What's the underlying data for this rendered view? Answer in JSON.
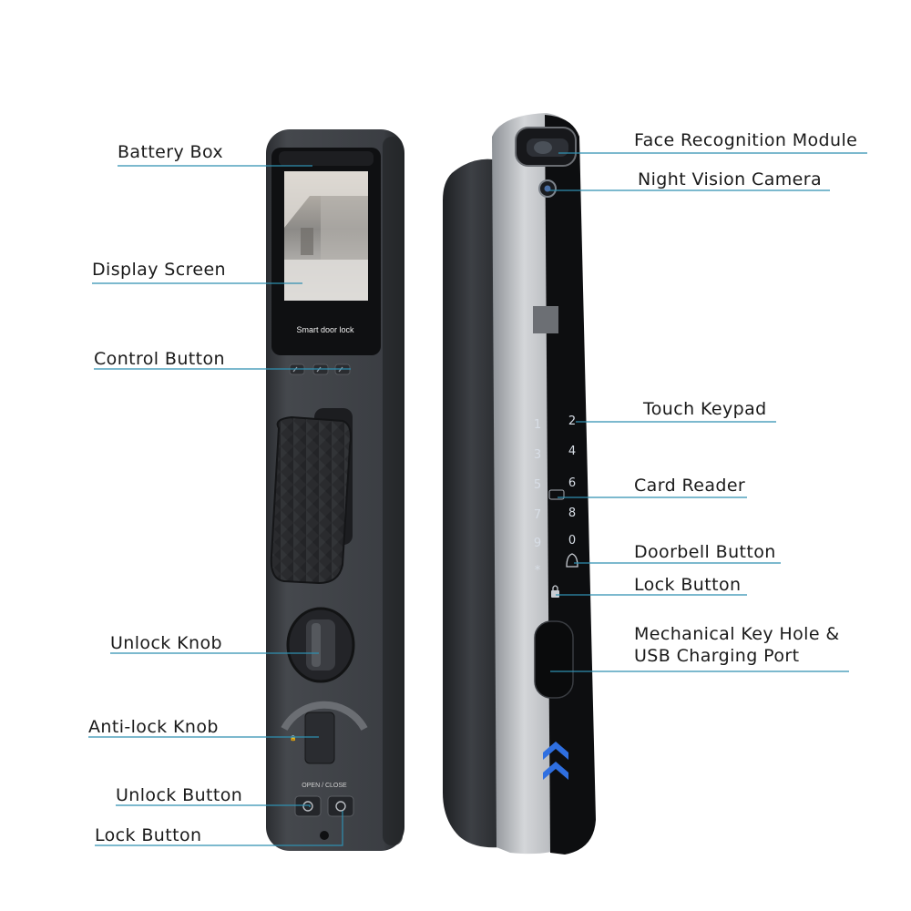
{
  "screen_caption": "Smart door lock",
  "open_close_text": "OPEN / CLOSE",
  "keypad": {
    "left": [
      "1",
      "3",
      "5",
      "7",
      "9",
      "*"
    ],
    "right": [
      "2",
      "4",
      "6",
      "8",
      "0"
    ]
  },
  "labels": {
    "battery_box": "Battery Box",
    "display_screen": "Display Screen",
    "control_button": "Control Button",
    "unlock_knob": "Unlock Knob",
    "anti_lock_knob": "Anti-lock Knob",
    "unlock_button": "Unlock Button",
    "lock_button_front": "Lock Button",
    "face_recognition": "Face Recognition Module",
    "night_vision": "Night Vision Camera",
    "touch_keypad": "Touch Keypad",
    "card_reader": "Card Reader",
    "doorbell_button": "Doorbell Button",
    "lock_button_side": "Lock Button",
    "key_hole_line1": "Mechanical Key Hole &",
    "key_hole_line2": "USB Charging Port"
  },
  "colors": {
    "leader": "#2f8fb0",
    "lock_body": "#3a3c40",
    "side_panel": "#b9bcc1",
    "logo_blue": "#2f6fe0"
  }
}
